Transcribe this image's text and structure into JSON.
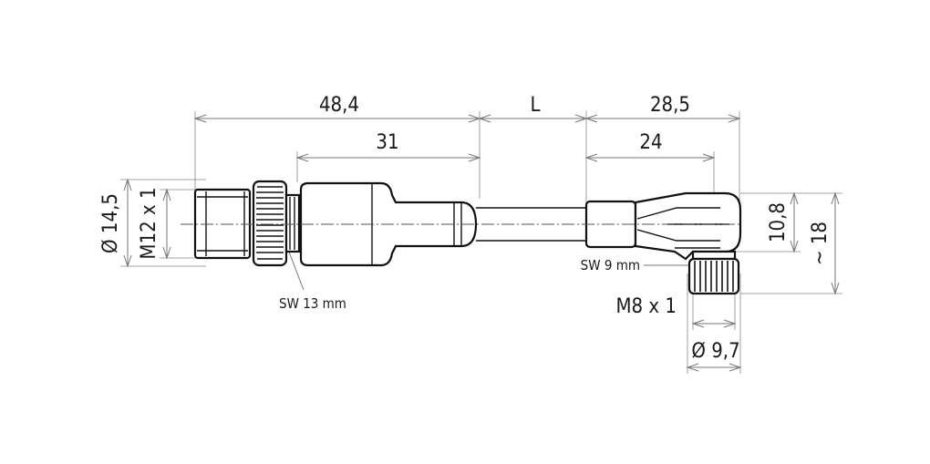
{
  "dimensions": {
    "male_length": "48,4",
    "cable_length": "L",
    "female_length": "28,5",
    "male_body_length": "31",
    "female_body_length": "24",
    "male_diameter": "Ø 14,5",
    "male_thread": "M12 x 1",
    "female_height": "10,8",
    "female_total_height": "~ 18",
    "female_thread": "M8 x 1",
    "female_diameter": "Ø 9,7"
  },
  "callouts": {
    "male_wrench": "SW 13 mm",
    "female_wrench": "SW 9 mm"
  },
  "colors": {
    "outline": "#111111",
    "dimension_line": "#777777"
  }
}
